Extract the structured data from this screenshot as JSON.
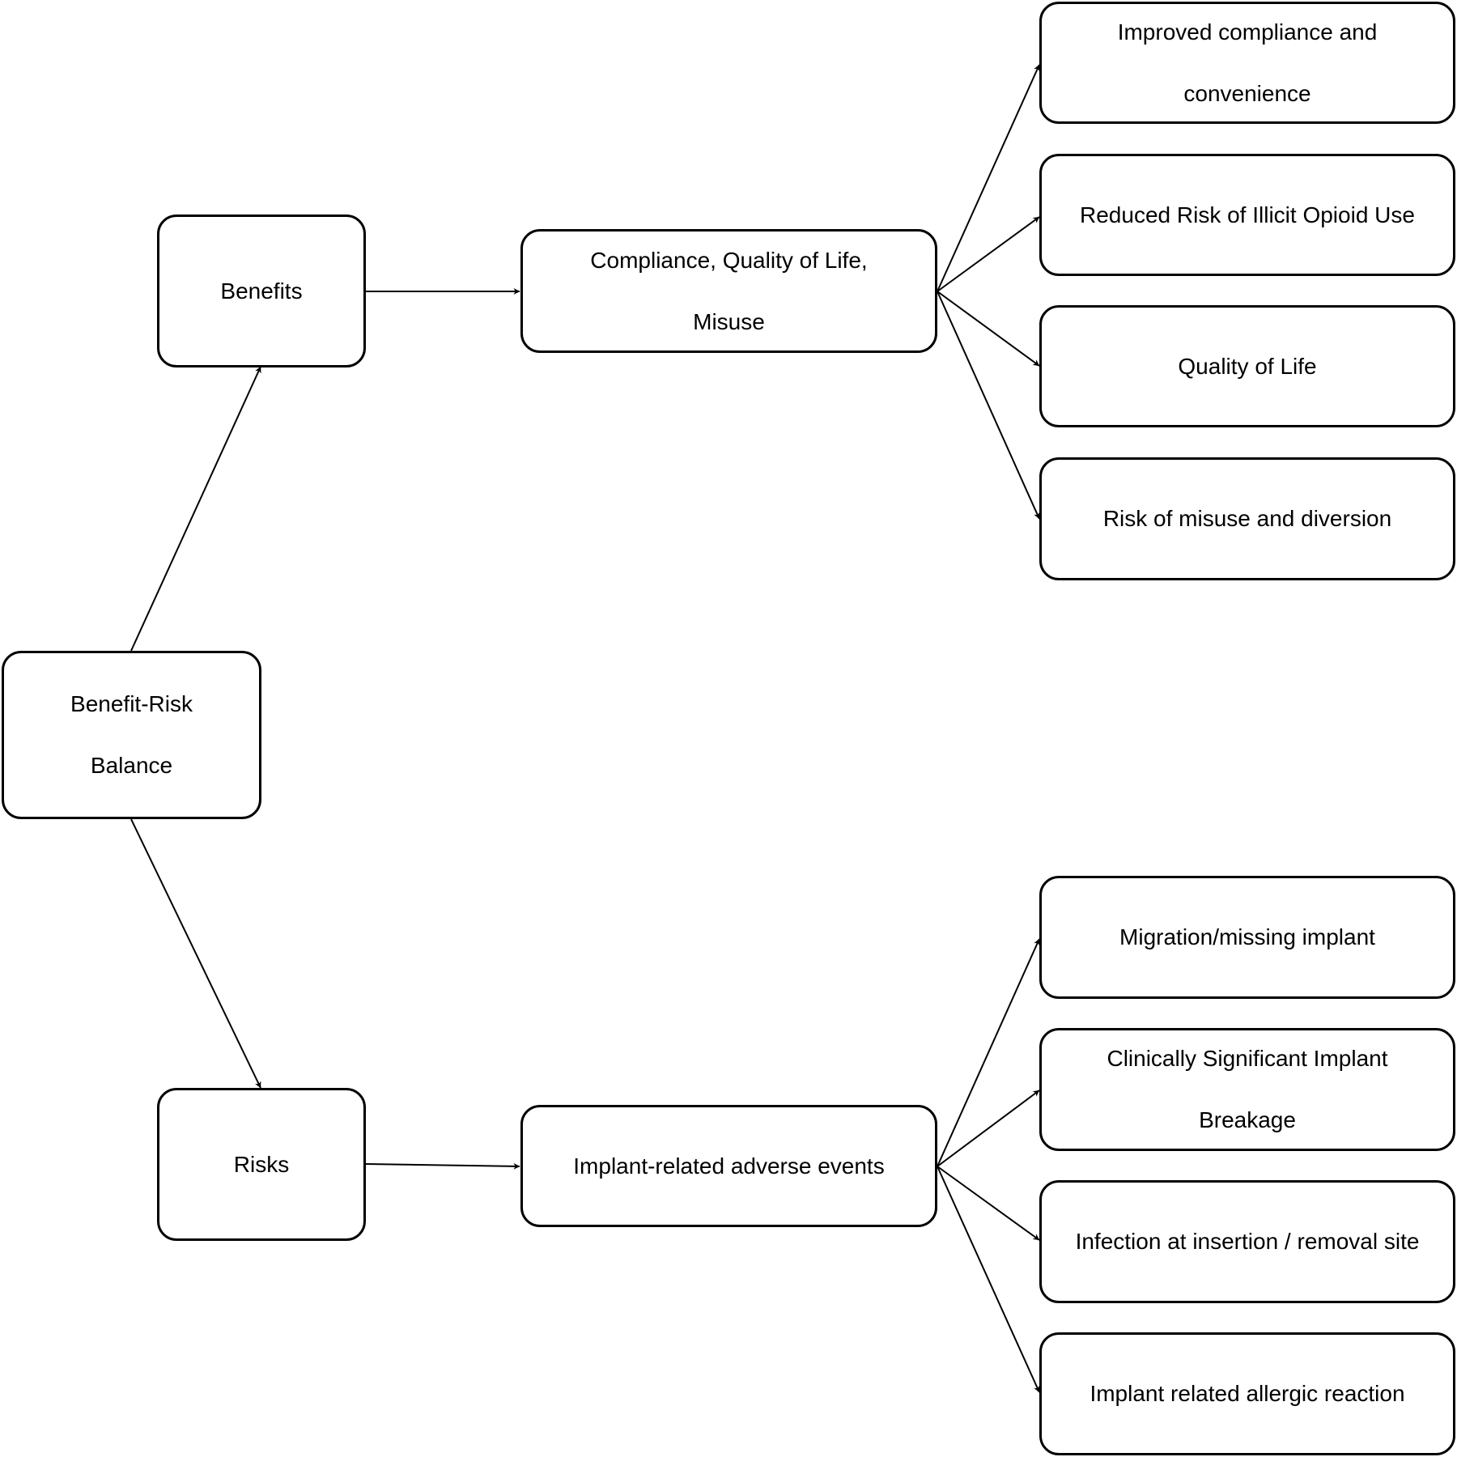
{
  "diagram": {
    "nodes": {
      "root": "Benefit-Risk Balance",
      "benefits": "Benefits",
      "risks": "Risks",
      "benefit_group": "Compliance, Quality of Life, Misuse",
      "risk_group": "Implant-related adverse events",
      "benefit_outcomes": [
        "Improved compliance and convenience",
        "Reduced Risk of Illicit Opioid Use",
        "Quality of Life",
        "Risk of misuse and diversion"
      ],
      "risk_outcomes": [
        "Migration/missing implant",
        "Clinically Significant Implant Breakage",
        "Infection at insertion / removal site",
        "Implant related allergic reaction"
      ]
    },
    "colors": {
      "stroke": "#000000",
      "fill": "#ffffff",
      "text": "#000000"
    }
  }
}
